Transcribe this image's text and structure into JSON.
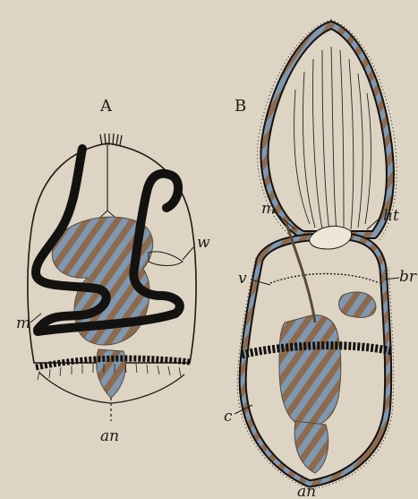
{
  "figures": {
    "a": {
      "label": "A",
      "parts": {
        "w": "w",
        "m": "m",
        "an": "an"
      }
    },
    "b": {
      "label": "B",
      "parts": {
        "m": "m",
        "ht": "ht",
        "v": "v",
        "br": "br",
        "c": "c",
        "an": "an"
      }
    }
  },
  "colors": {
    "paper": "#ddd4c4",
    "ink": "#1f1a14",
    "brown": "#8d6a4e",
    "blue": "#7f97b0"
  }
}
